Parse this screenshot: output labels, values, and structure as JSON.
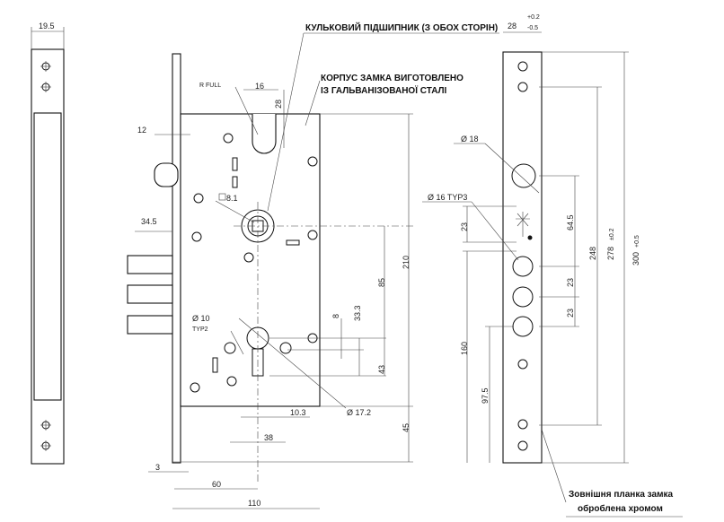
{
  "callouts": {
    "bearing": "КУЛЬКОВИЙ ПІДШИПНИК (З ОБОХ СТОРІН)",
    "body_line1": "КОРПУС ЗАМКА ВИГОТОВЛЕНО",
    "body_line2": "ІЗ ГАЛЬВАНІЗОВАНОЇ СТАЛІ",
    "plate_line1": "Зовнішня  планка замка",
    "plate_line2": "оброблена хромом"
  },
  "side_view": {
    "width": "19.5"
  },
  "front_view": {
    "r_full": "R FULL",
    "slot_width": "16",
    "slot_depth": "28",
    "latch_offset": "12",
    "spindle_square": "8.1",
    "bolt_throw": "34.5",
    "dia_10": "Ø 10",
    "typ2": "TYP2",
    "d_8": "8",
    "d_33_3": "33.3",
    "d_85": "85",
    "d_210": "210",
    "d_43": "43",
    "d_45": "45",
    "d_10_3": "10.3",
    "dia_17_2": "Ø 17.2",
    "d_38": "38",
    "d_3": "3",
    "d_60": "60",
    "d_110": "110"
  },
  "strike_plate": {
    "tol_top": "+0.2",
    "thickness": "28",
    "tol_bottom": "-0.5",
    "dia_18": "Ø 18",
    "dia_16_typ3": "Ø 16 TYP3",
    "d_23_a": "23",
    "d_64_5": "64.5",
    "d_23_b": "23",
    "d_23_c": "23",
    "d_160": "160",
    "d_97_5": "97.5",
    "d_248": "248",
    "d_278": "278",
    "d_278_tol": "±0.2",
    "d_300": "300",
    "d_300_tol": "+0.5"
  }
}
